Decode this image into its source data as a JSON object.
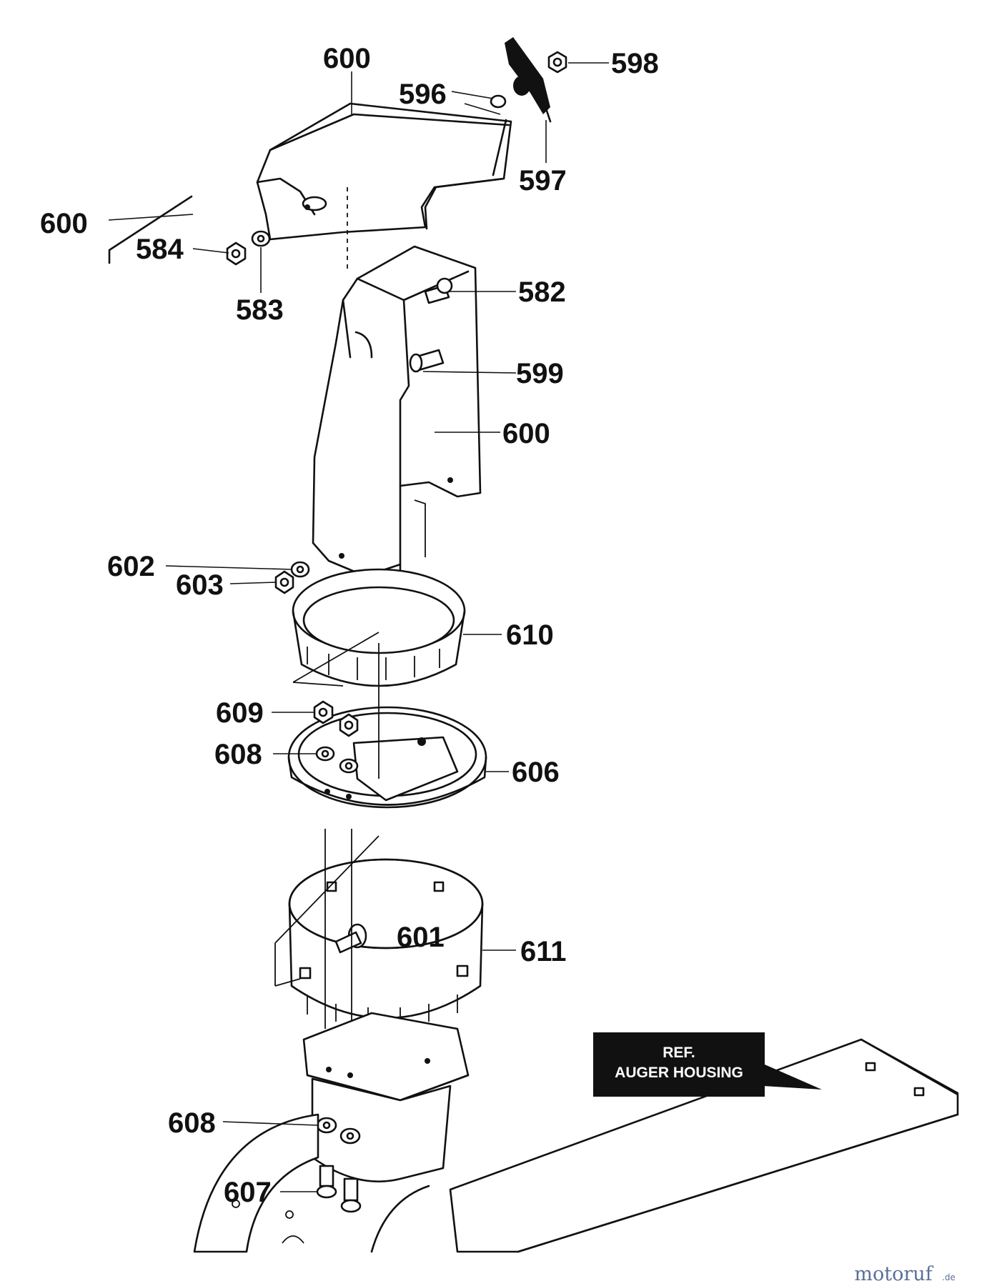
{
  "diagram": {
    "callouts": {
      "c600_top": "600",
      "c600_left": "600",
      "c600_right": "600",
      "c596": "596",
      "c598": "598",
      "c597": "597",
      "c584": "584",
      "c583": "583",
      "c582": "582",
      "c599": "599",
      "c602": "602",
      "c603": "603",
      "c610": "610",
      "c609": "609",
      "c608_upper": "608",
      "c606": "606",
      "c601": "601",
      "c611": "611",
      "c608_lower": "608",
      "c607": "607"
    },
    "reference_box": {
      "line1": "REF.",
      "line2": "AUGER HOUSING"
    },
    "watermark": {
      "brand": "motoruf",
      "tld": ".de"
    }
  }
}
